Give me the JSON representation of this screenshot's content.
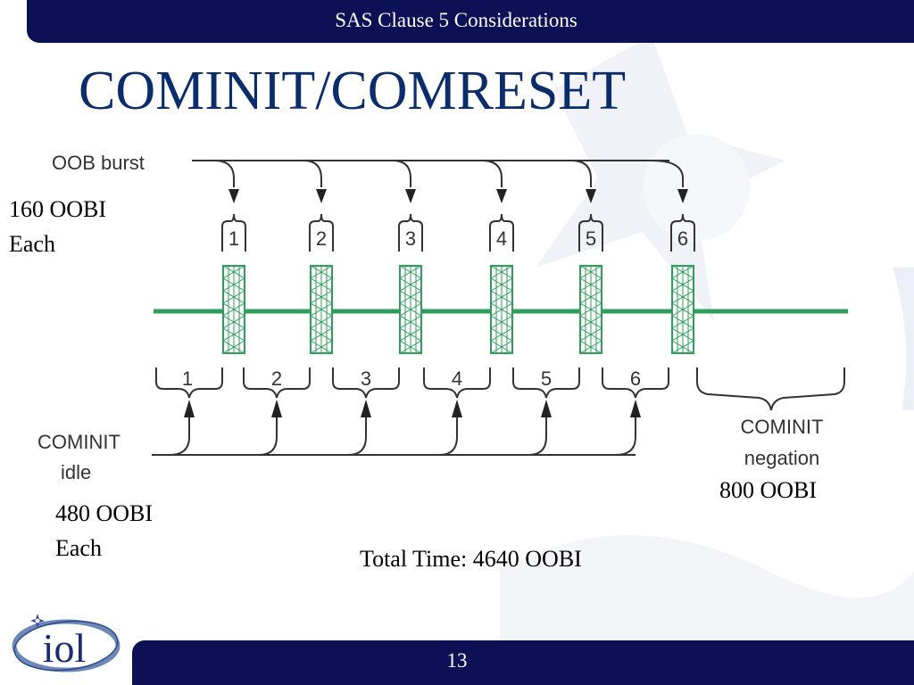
{
  "header": {
    "title": "SAS Clause 5 Considerations"
  },
  "slide": {
    "title": "COMINIT/COMRESET"
  },
  "diagram": {
    "oob_burst_label": "OOB burst",
    "burst_numbers": [
      "1",
      "2",
      "3",
      "4",
      "5",
      "6"
    ],
    "idle_numbers": [
      "1",
      "2",
      "3",
      "4",
      "5",
      "6"
    ],
    "cominit_idle_label_line1": "COMINIT",
    "cominit_idle_label_line2": "idle",
    "negation_label_line1": "COMINIT",
    "negation_label_line2": "negation",
    "burst_duration_line1": "160 OOBI",
    "burst_duration_line2": "Each",
    "idle_duration_line1": "480 OOBI",
    "idle_duration_line2": "Each",
    "negation_duration": "800 OOBI",
    "total_time": "Total Time: 4640 OOBI"
  },
  "footer": {
    "page_number": "13",
    "logo_text": "iol"
  },
  "colors": {
    "navy": "#0c1155",
    "title_blue": "#0c2d6b",
    "signal_green": "#2e9e5b",
    "line_gray": "#333333"
  }
}
